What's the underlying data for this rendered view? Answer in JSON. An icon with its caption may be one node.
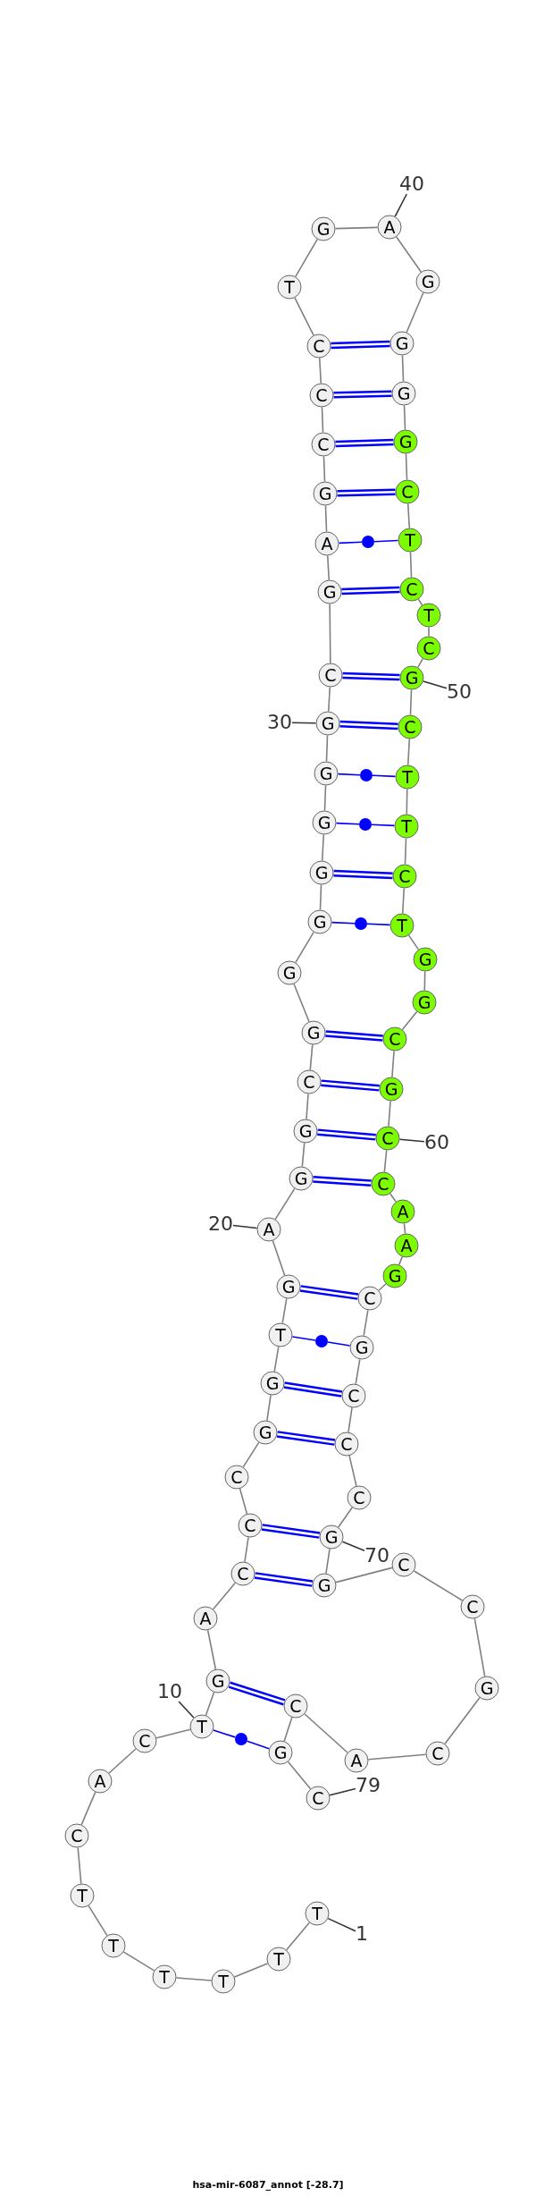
{
  "diagram": {
    "caption": "hsa-mir-6087_annot [-28.7]",
    "nodes": [
      {
        "text": [
          "T"
        ]
      },
      {
        "text": [
          "T"
        ]
      },
      {
        "text": [
          "T"
        ]
      },
      {
        "text": [
          "T"
        ]
      },
      {
        "text": [
          "T"
        ]
      },
      {
        "text": [
          "T"
        ]
      },
      {
        "text": [
          "C"
        ]
      },
      {
        "text": [
          "A"
        ]
      },
      {
        "text": [
          "C"
        ]
      },
      {
        "text": [
          "T"
        ]
      },
      {
        "text": [
          "G"
        ]
      },
      {
        "text": [
          "A"
        ]
      },
      {
        "text": [
          "C"
        ]
      },
      {
        "text": [
          "C"
        ]
      },
      {
        "text": [
          "C"
        ]
      },
      {
        "text": [
          "G"
        ]
      },
      {
        "text": [
          "G"
        ]
      },
      {
        "text": [
          "T"
        ]
      },
      {
        "text": [
          "G"
        ]
      },
      {
        "text": [
          "A"
        ]
      },
      {
        "text": [
          "G"
        ]
      },
      {
        "text": [
          "G"
        ]
      },
      {
        "text": [
          "C"
        ]
      },
      {
        "text": [
          "G"
        ]
      },
      {
        "text": [
          "G"
        ]
      },
      {
        "text": [
          "G"
        ]
      },
      {
        "text": [
          "G"
        ]
      },
      {
        "text": [
          "G"
        ]
      },
      {
        "text": [
          "G"
        ]
      },
      {
        "text": [
          "G"
        ]
      },
      {
        "text": [
          "C"
        ]
      },
      {
        "text": [
          "G"
        ]
      },
      {
        "text": [
          "A"
        ]
      },
      {
        "text": [
          "G"
        ]
      },
      {
        "text": [
          "C"
        ]
      },
      {
        "text": [
          "C"
        ]
      },
      {
        "text": [
          "C"
        ]
      },
      {
        "text": [
          "T"
        ]
      },
      {
        "text": [
          "G"
        ]
      },
      {
        "text": [
          "A"
        ]
      },
      {
        "text": [
          "G"
        ]
      },
      {
        "text": [
          "G"
        ]
      },
      {
        "text": [
          "G"
        ]
      },
      {
        "text": [
          "G"
        ]
      },
      {
        "text": [
          "C"
        ]
      },
      {
        "text": [
          "T"
        ]
      },
      {
        "text": [
          "C"
        ]
      },
      {
        "text": [
          "T"
        ]
      },
      {
        "text": [
          "C"
        ]
      },
      {
        "text": [
          "G"
        ]
      },
      {
        "text": [
          "C"
        ]
      },
      {
        "text": [
          "T"
        ]
      },
      {
        "text": [
          "T"
        ]
      },
      {
        "text": [
          "C"
        ]
      },
      {
        "text": [
          "T"
        ]
      },
      {
        "text": [
          "G"
        ]
      },
      {
        "text": [
          "G"
        ]
      },
      {
        "text": [
          "C"
        ]
      },
      {
        "text": [
          "G"
        ]
      },
      {
        "text": [
          "C"
        ]
      },
      {
        "text": [
          "C"
        ]
      },
      {
        "text": [
          "A"
        ]
      },
      {
        "text": [
          "A"
        ]
      },
      {
        "text": [
          "G"
        ]
      },
      {
        "text": [
          "C"
        ]
      },
      {
        "text": [
          "G"
        ]
      },
      {
        "text": [
          "C"
        ]
      },
      {
        "text": [
          "C"
        ]
      },
      {
        "text": [
          "C"
        ]
      },
      {
        "text": [
          "G"
        ]
      },
      {
        "text": [
          "G"
        ]
      },
      {
        "text": [
          "C"
        ]
      },
      {
        "text": [
          "C"
        ]
      },
      {
        "text": [
          "G"
        ]
      },
      {
        "text": [
          "C"
        ]
      },
      {
        "text": [
          "A"
        ]
      },
      {
        "text": [
          "C"
        ]
      },
      {
        "text": [
          "G"
        ]
      },
      {
        "text": [
          "C"
        ]
      },
      {
        "text": [
          "1"
        ]
      },
      {
        "text": [
          "10"
        ]
      },
      {
        "text": [
          "20"
        ]
      },
      {
        "text": [
          "30"
        ]
      },
      {
        "text": [
          "40"
        ]
      },
      {
        "text": [
          "50"
        ]
      },
      {
        "text": [
          "60"
        ]
      },
      {
        "text": [
          "70"
        ]
      },
      {
        "text": [
          "79"
        ]
      },
      {
        "text": [],
        "shape": "circle"
      },
      {
        "text": [],
        "shape": "circle"
      },
      {
        "text": [],
        "shape": "circle"
      },
      {
        "text": [],
        "shape": "circle"
      },
      {
        "text": [],
        "shape": "circle"
      },
      {
        "text": [],
        "shape": "circle"
      }
    ],
    "edges": [
      {
        "from": 0,
        "to": 1,
        "arrow": "none"
      },
      {
        "from": 1,
        "to": 2,
        "arrow": "none"
      },
      {
        "from": 2,
        "to": 3,
        "arrow": "none"
      },
      {
        "from": 3,
        "to": 4,
        "arrow": "none"
      },
      {
        "from": 4,
        "to": 5,
        "arrow": "none"
      },
      {
        "from": 5,
        "to": 6,
        "arrow": "none"
      },
      {
        "from": 6,
        "to": 7,
        "arrow": "none"
      },
      {
        "from": 7,
        "to": 8,
        "arrow": "none"
      },
      {
        "from": 8,
        "to": 9,
        "arrow": "none"
      },
      {
        "from": 9,
        "to": 10,
        "arrow": "none"
      },
      {
        "from": 10,
        "to": 11,
        "arrow": "none"
      },
      {
        "from": 11,
        "to": 12,
        "arrow": "none"
      },
      {
        "from": 12,
        "to": 13,
        "arrow": "none"
      },
      {
        "from": 13,
        "to": 14,
        "arrow": "none"
      },
      {
        "from": 14,
        "to": 15,
        "arrow": "none"
      },
      {
        "from": 15,
        "to": 16,
        "arrow": "none"
      },
      {
        "from": 16,
        "to": 17,
        "arrow": "none"
      },
      {
        "from": 17,
        "to": 18,
        "arrow": "none"
      },
      {
        "from": 18,
        "to": 19,
        "arrow": "none"
      },
      {
        "from": 19,
        "to": 20,
        "arrow": "none"
      },
      {
        "from": 20,
        "to": 21,
        "arrow": "none"
      },
      {
        "from": 21,
        "to": 22,
        "arrow": "none"
      },
      {
        "from": 22,
        "to": 23,
        "arrow": "none"
      },
      {
        "from": 23,
        "to": 24,
        "arrow": "none"
      },
      {
        "from": 24,
        "to": 25,
        "arrow": "none"
      },
      {
        "from": 25,
        "to": 26,
        "arrow": "none"
      },
      {
        "from": 26,
        "to": 27,
        "arrow": "none"
      },
      {
        "from": 27,
        "to": 28,
        "arrow": "none"
      },
      {
        "from": 28,
        "to": 29,
        "arrow": "none"
      },
      {
        "from": 29,
        "to": 30,
        "arrow": "none"
      },
      {
        "from": 30,
        "to": 31,
        "arrow": "none"
      },
      {
        "from": 31,
        "to": 32,
        "arrow": "none"
      },
      {
        "from": 32,
        "to": 33,
        "arrow": "none"
      },
      {
        "from": 33,
        "to": 34,
        "arrow": "none"
      },
      {
        "from": 34,
        "to": 35,
        "arrow": "none"
      },
      {
        "from": 35,
        "to": 36,
        "arrow": "none"
      },
      {
        "from": 36,
        "to": 37,
        "arrow": "none"
      },
      {
        "from": 37,
        "to": 38,
        "arrow": "none"
      },
      {
        "from": 38,
        "to": 39,
        "arrow": "none"
      },
      {
        "from": 39,
        "to": 40,
        "arrow": "none"
      },
      {
        "from": 40,
        "to": 41,
        "arrow": "none"
      },
      {
        "from": 41,
        "to": 42,
        "arrow": "none"
      },
      {
        "from": 42,
        "to": 43,
        "arrow": "none"
      },
      {
        "from": 43,
        "to": 44,
        "arrow": "none"
      },
      {
        "from": 44,
        "to": 45,
        "arrow": "none"
      },
      {
        "from": 45,
        "to": 46,
        "arrow": "none"
      },
      {
        "from": 46,
        "to": 47,
        "arrow": "none"
      },
      {
        "from": 47,
        "to": 48,
        "arrow": "none"
      },
      {
        "from": 48,
        "to": 49,
        "arrow": "none"
      },
      {
        "from": 49,
        "to": 50,
        "arrow": "none"
      },
      {
        "from": 50,
        "to": 51,
        "arrow": "none"
      },
      {
        "from": 51,
        "to": 52,
        "arrow": "none"
      },
      {
        "from": 52,
        "to": 53,
        "arrow": "none"
      },
      {
        "from": 53,
        "to": 54,
        "arrow": "none"
      },
      {
        "from": 54,
        "to": 55,
        "arrow": "none"
      },
      {
        "from": 55,
        "to": 56,
        "arrow": "none"
      },
      {
        "from": 56,
        "to": 57,
        "arrow": "none"
      },
      {
        "from": 57,
        "to": 58,
        "arrow": "none"
      },
      {
        "from": 58,
        "to": 59,
        "arrow": "none"
      },
      {
        "from": 59,
        "to": 60,
        "arrow": "none"
      },
      {
        "from": 60,
        "to": 61,
        "arrow": "none"
      },
      {
        "from": 61,
        "to": 62,
        "arrow": "none"
      },
      {
        "from": 62,
        "to": 63,
        "arrow": "none"
      },
      {
        "from": 63,
        "to": 64,
        "arrow": "none"
      },
      {
        "from": 64,
        "to": 65,
        "arrow": "none"
      },
      {
        "from": 65,
        "to": 66,
        "arrow": "none"
      },
      {
        "from": 66,
        "to": 67,
        "arrow": "none"
      },
      {
        "from": 67,
        "to": 68,
        "arrow": "none"
      },
      {
        "from": 68,
        "to": 69,
        "arrow": "none"
      },
      {
        "from": 69,
        "to": 70,
        "arrow": "none"
      },
      {
        "from": 70,
        "to": 71,
        "arrow": "none"
      },
      {
        "from": 71,
        "to": 72,
        "arrow": "none"
      },
      {
        "from": 72,
        "to": 73,
        "arrow": "none"
      },
      {
        "from": 73,
        "to": 74,
        "arrow": "none"
      },
      {
        "from": 74,
        "to": 75,
        "arrow": "none"
      },
      {
        "from": 75,
        "to": 76,
        "arrow": "none"
      },
      {
        "from": 76,
        "to": 77,
        "arrow": "none"
      },
      {
        "from": 77,
        "to": 78,
        "arrow": "none"
      },
      {
        "from": 9,
        "to": 93,
        "arrow": "none",
        "color": "#0000ff"
      },
      {
        "from": 93,
        "to": 77,
        "arrow": "none",
        "color": "#0000ff"
      },
      {
        "from": 10,
        "to": 76,
        "arrow": "none",
        "style": "thick",
        "color": "#0000ff"
      },
      {
        "from": 12,
        "to": 70,
        "arrow": "none",
        "style": "thick",
        "color": "#0000ff"
      },
      {
        "from": 13,
        "to": 69,
        "arrow": "none",
        "style": "thick",
        "color": "#0000ff"
      },
      {
        "from": 15,
        "to": 67,
        "arrow": "none",
        "style": "thick",
        "color": "#0000ff"
      },
      {
        "from": 16,
        "to": 66,
        "arrow": "none",
        "style": "thick",
        "color": "#0000ff"
      },
      {
        "from": 17,
        "to": 92,
        "arrow": "none",
        "color": "#0000ff"
      },
      {
        "from": 92,
        "to": 65,
        "arrow": "none",
        "color": "#0000ff"
      },
      {
        "from": 18,
        "to": 64,
        "arrow": "none",
        "style": "thick",
        "color": "#0000ff"
      },
      {
        "from": 20,
        "to": 60,
        "arrow": "none",
        "style": "thick",
        "color": "#0000ff"
      },
      {
        "from": 21,
        "to": 59,
        "arrow": "none",
        "style": "thick",
        "color": "#0000ff"
      },
      {
        "from": 22,
        "to": 58,
        "arrow": "none",
        "style": "thick",
        "color": "#0000ff"
      },
      {
        "from": 23,
        "to": 57,
        "arrow": "none",
        "style": "thick",
        "color": "#0000ff"
      },
      {
        "from": 25,
        "to": 91,
        "arrow": "none",
        "color": "#0000ff"
      },
      {
        "from": 91,
        "to": 54,
        "arrow": "none",
        "color": "#0000ff"
      },
      {
        "from": 26,
        "to": 53,
        "arrow": "none",
        "style": "thick",
        "color": "#0000ff"
      },
      {
        "from": 27,
        "to": 90,
        "arrow": "none",
        "color": "#0000ff"
      },
      {
        "from": 90,
        "to": 52,
        "arrow": "none",
        "color": "#0000ff"
      },
      {
        "from": 28,
        "to": 89,
        "arrow": "none",
        "color": "#0000ff"
      },
      {
        "from": 89,
        "to": 51,
        "arrow": "none",
        "color": "#0000ff"
      },
      {
        "from": 29,
        "to": 50,
        "arrow": "none",
        "style": "thick",
        "color": "#0000ff"
      },
      {
        "from": 30,
        "to": 49,
        "arrow": "none",
        "style": "thick",
        "color": "#0000ff"
      },
      {
        "from": 31,
        "to": 46,
        "arrow": "none",
        "style": "thick",
        "color": "#0000ff"
      },
      {
        "from": 32,
        "to": 88,
        "arrow": "none",
        "color": "#0000ff"
      },
      {
        "from": 88,
        "to": 45,
        "arrow": "none",
        "color": "#0000ff"
      },
      {
        "from": 33,
        "to": 44,
        "arrow": "none",
        "style": "thick",
        "color": "#0000ff"
      },
      {
        "from": 34,
        "to": 43,
        "arrow": "none",
        "style": "thick",
        "color": "#0000ff"
      },
      {
        "from": 35,
        "to": 42,
        "arrow": "none",
        "style": "thick",
        "color": "#0000ff"
      },
      {
        "from": 36,
        "to": 41,
        "arrow": "none",
        "style": "thick",
        "color": "#0000ff"
      },
      {
        "from": 79,
        "to": 0,
        "arrow": "none",
        "color": "#333333"
      },
      {
        "from": 80,
        "to": 9,
        "arrow": "none",
        "color": "#333333"
      },
      {
        "from": 81,
        "to": 19,
        "arrow": "none",
        "color": "#333333"
      },
      {
        "from": 82,
        "to": 29,
        "arrow": "none",
        "color": "#333333"
      },
      {
        "from": 83,
        "to": 39,
        "arrow": "none",
        "color": "#333333"
      },
      {
        "from": 84,
        "to": 49,
        "arrow": "none",
        "color": "#333333"
      },
      {
        "from": 85,
        "to": 59,
        "arrow": "none",
        "color": "#333333"
      },
      {
        "from": 86,
        "to": 69,
        "arrow": "none",
        "color": "#333333"
      },
      {
        "from": 87,
        "to": 78,
        "arrow": "none",
        "color": "#333333"
      }
    ]
  }
}
